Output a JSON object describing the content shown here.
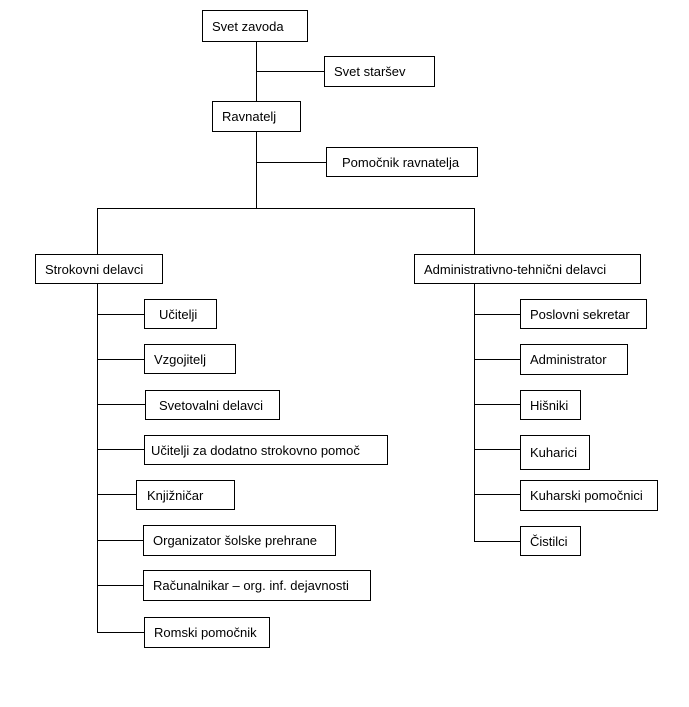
{
  "chart": {
    "top": {
      "council": "Svet zavoda",
      "parents_council": "Svet staršev",
      "principal": "Ravnatelj",
      "assistant_principal": "Pomočnik ravnatelja"
    },
    "professional": {
      "title": "Strokovni delavci",
      "items": [
        "Učitelji",
        "Vzgojitelj",
        "Svetovalni delavci",
        "Učitelji za dodatno strokovno pomoč",
        "Knjižničar",
        "Organizator šolske prehrane",
        "Računalnikar – org. inf. dejavnosti",
        "Romski pomočnik"
      ]
    },
    "administrative": {
      "title": "Administrativno-tehnični delavci",
      "items": [
        "Poslovni sekretar",
        "Administrator",
        "Hišniki",
        "Kuharici",
        "Kuharski pomočnici",
        "Čistilci"
      ]
    }
  }
}
